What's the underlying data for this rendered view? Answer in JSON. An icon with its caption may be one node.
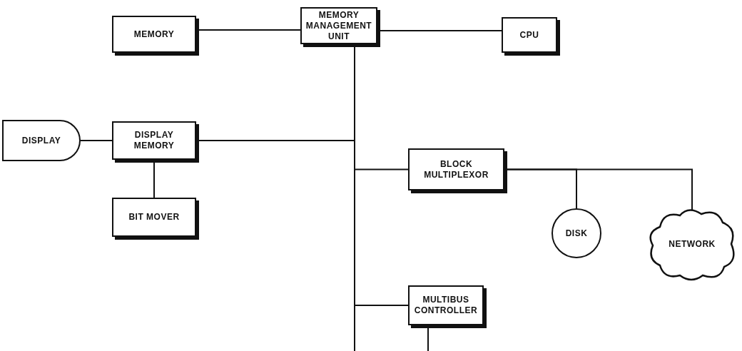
{
  "diagram": {
    "nodes": [
      {
        "text": [
          "MEMORY"
        ]
      },
      {
        "text": [
          "MEMORY MANAGEMENT UNIT"
        ]
      },
      {
        "text": [
          "CPU"
        ]
      },
      {
        "text": [
          "DISPLAY"
        ]
      },
      {
        "text": [
          "DISPLAY MEMORY"
        ]
      },
      {
        "text": [
          "BIT MOVER"
        ]
      },
      {
        "text": [
          "BLOCK MULTIPLEXOR"
        ]
      },
      {
        "text": [
          "DISK"
        ]
      },
      {
        "text": [
          "NETWORK"
        ]
      },
      {
        "text": [
          "MULTIBUS CONTROLLER"
        ]
      }
    ],
    "edges": [
      {
        "from": 0,
        "to": 1,
        "arrow": "none"
      },
      {
        "from": 1,
        "to": 2,
        "arrow": "none"
      },
      {
        "from": 1,
        "to": 4,
        "arrow": "none"
      },
      {
        "from": 1,
        "to": 6,
        "arrow": "none"
      },
      {
        "from": 1,
        "to": 9,
        "arrow": "none"
      },
      {
        "from": 1,
        "to": null,
        "arrow": "none"
      },
      {
        "from": 3,
        "to": 4,
        "arrow": "none"
      },
      {
        "from": 4,
        "to": 5,
        "arrow": "none"
      },
      {
        "from": 6,
        "to": 7,
        "arrow": "none"
      },
      {
        "from": 6,
        "to": 8,
        "arrow": "none"
      },
      {
        "from": 9,
        "to": null,
        "arrow": "none"
      }
    ]
  }
}
